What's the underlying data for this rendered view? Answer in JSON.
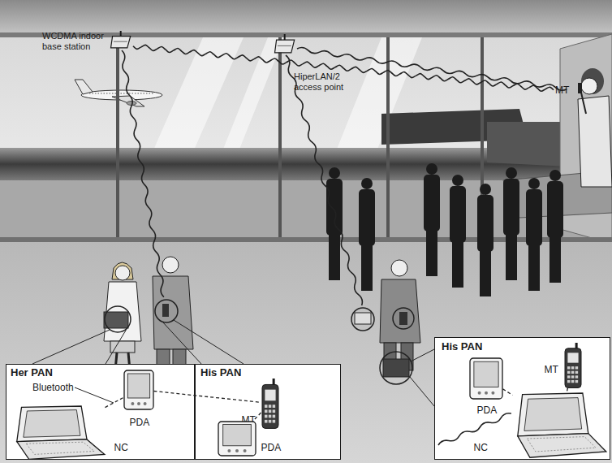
{
  "diagram": {
    "nodes": [
      {
        "text": [
          "WCDMA indoor base station"
        ]
      },
      {
        "text": [
          "HiperLAN/2 access point"
        ]
      },
      {
        "text": [
          "MT"
        ]
      },
      {
        "text": [
          "Her PAN"
        ]
      },
      {
        "text": [
          "PDA"
        ],
        "in": 3
      },
      {
        "text": [
          "NC"
        ],
        "in": 3
      },
      {
        "text": [
          "His PAN"
        ]
      },
      {
        "text": [
          "MT"
        ],
        "in": 6
      },
      {
        "text": [
          "PDA"
        ],
        "in": 6
      },
      {
        "text": [
          "His PAN"
        ]
      },
      {
        "text": [
          "PDA"
        ],
        "in": 9
      },
      {
        "text": [
          "MT"
        ],
        "in": 9
      },
      {
        "text": [
          "NC"
        ],
        "in": 9
      }
    ],
    "edges": [
      {
        "from": 0,
        "to": 2,
        "arrow": "none"
      },
      {
        "from": 4,
        "to": 5,
        "arrow": "none"
      },
      {
        "from": 4,
        "to": 7,
        "arrow": "none"
      },
      {
        "from": 7,
        "to": 8,
        "arrow": "none"
      },
      {
        "from": 10,
        "to": 12,
        "arrow": "none"
      },
      {
        "from": 11,
        "to": 12,
        "arrow": "none"
      }
    ],
    "labels": [
      "Bluetooth"
    ]
  }
}
